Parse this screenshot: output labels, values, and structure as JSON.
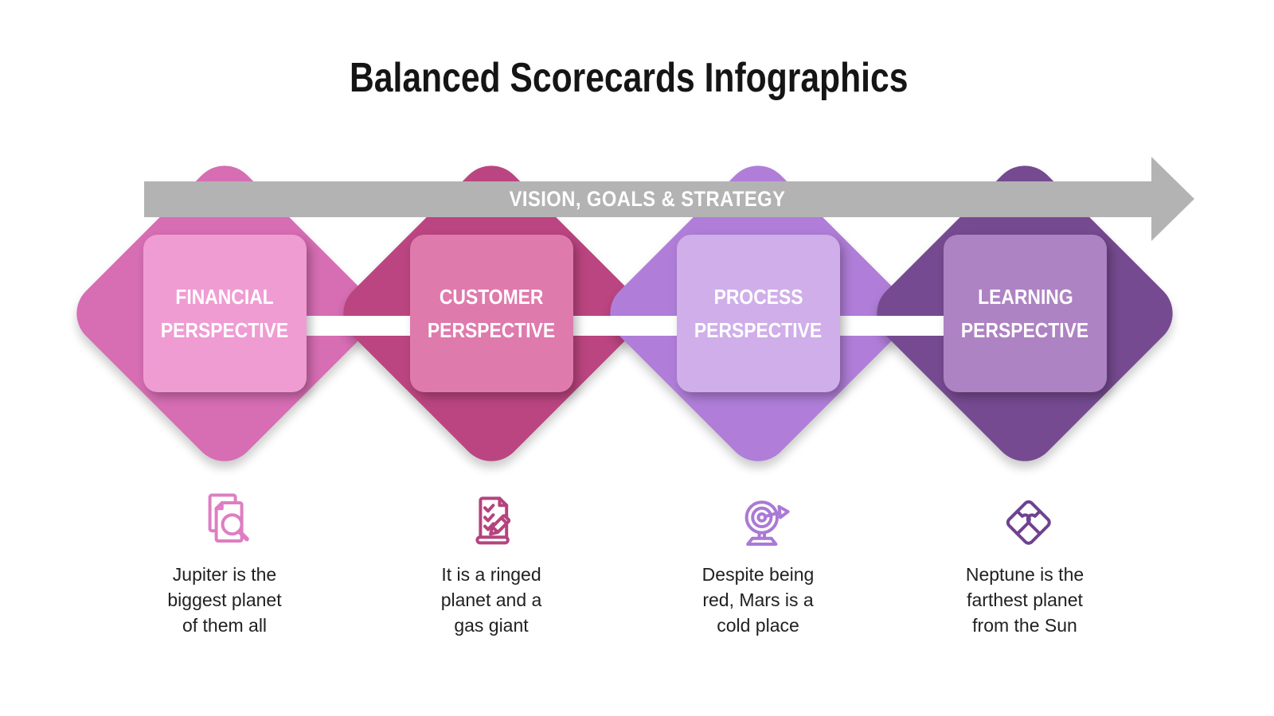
{
  "title": "Balanced Scorecards Infographics",
  "arrow": {
    "label": "VISION, GOALS & STRATEGY",
    "color": "#b3b3b3",
    "label_color": "#ffffff"
  },
  "perspectives": [
    {
      "label_line1": "FINANCIAL",
      "label_line2": "PERSPECTIVE",
      "diamond_color": "#d76db3",
      "card_color": "#ef9cd3",
      "icon": "document-search-icon",
      "icon_color": "#de7ec2",
      "description_lines": [
        "Jupiter is the",
        "biggest planet",
        "of them all"
      ]
    },
    {
      "label_line1": "CUSTOMER",
      "label_line2": "PERSPECTIVE",
      "diamond_color": "#bb4580",
      "card_color": "#df7aad",
      "icon": "checklist-pencil-icon",
      "icon_color": "#b5437e",
      "description_lines": [
        "It is a ringed",
        "planet and a",
        "gas giant"
      ]
    },
    {
      "label_line1": "PROCESS",
      "label_line2": "PERSPECTIVE",
      "diamond_color": "#b07ed8",
      "card_color": "#cfaee9",
      "icon": "target-dart-icon",
      "icon_color": "#aa79d5",
      "description_lines": [
        "Despite being",
        "red, Mars is a",
        "cold place"
      ]
    },
    {
      "label_line1": "LEARNING",
      "label_line2": "PERSPECTIVE",
      "diamond_color": "#764a90",
      "card_color": "#ad83c3",
      "icon": "puzzle-icon",
      "icon_color": "#6f4290",
      "description_lines": [
        "Neptune is the",
        "farthest planet",
        "from the Sun"
      ]
    }
  ],
  "label_color": "#ffffff",
  "description_color": "#212121",
  "background_color": "#ffffff"
}
